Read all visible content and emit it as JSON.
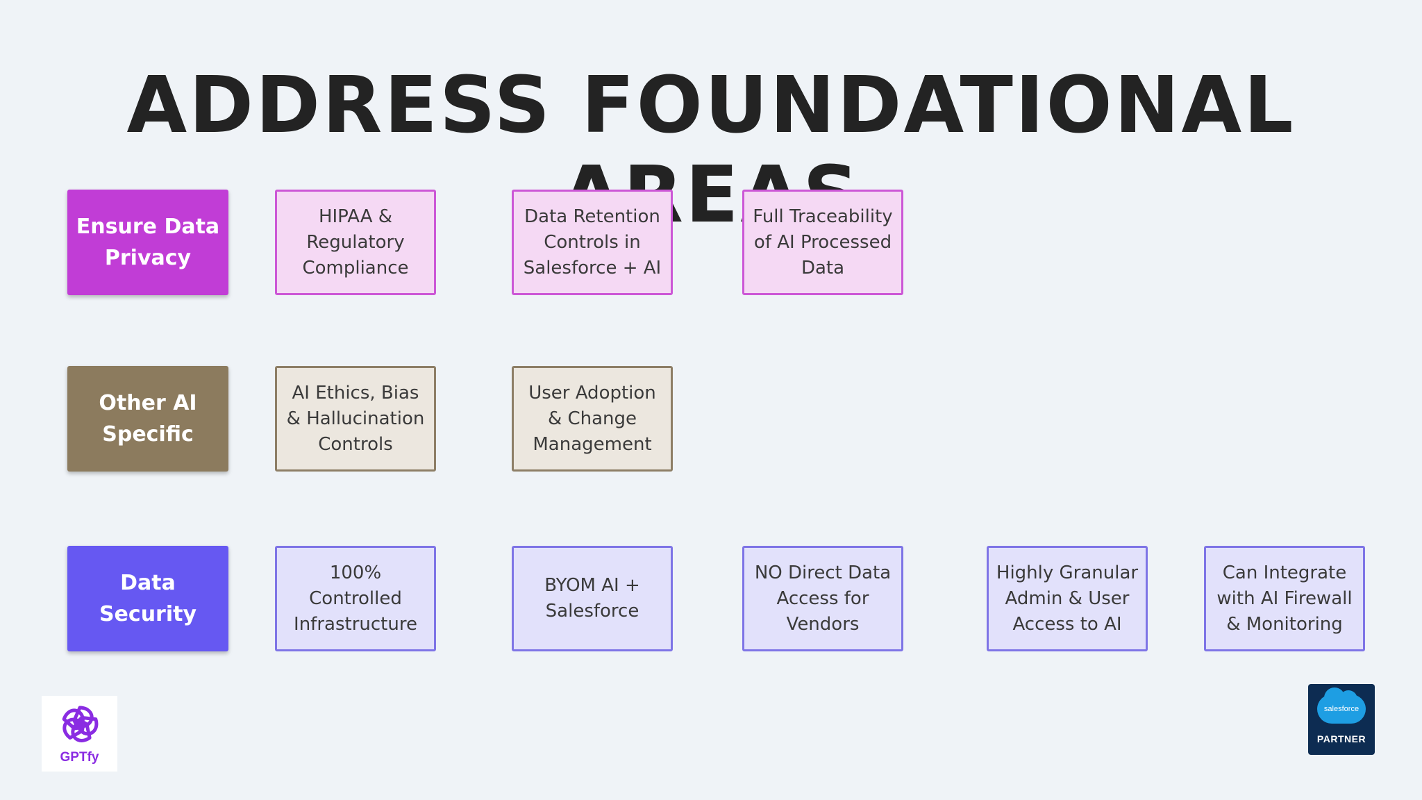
{
  "title": "ADDRESS FOUNDATIONAL AREAS",
  "rows": [
    {
      "category": "Ensure Data Privacy",
      "color": "#c13dd6",
      "items": [
        "HIPAA & Regulatory Compliance",
        "Data Retention Controls in Salesforce + AI",
        "Full Traceability of AI Processed Data"
      ]
    },
    {
      "category": "Other AI Specific",
      "color": "#8c7b5e",
      "items": [
        "AI Ethics, Bias & Hallucination Controls",
        "User Adoption & Change Management"
      ]
    },
    {
      "category": "Data Security",
      "color": "#6658f2",
      "items": [
        "100% Controlled Infrastructure",
        "BYOM AI + Salesforce",
        "NO Direct Data Access for Vendors",
        "Highly Granular Admin & User Access to AI",
        "Can Integrate with AI Firewall & Monitoring"
      ]
    }
  ],
  "logos": {
    "gptfy": {
      "name": "GPTfy",
      "icon": "gptfy-flower-icon",
      "color": "#8a2ce2"
    },
    "salesforce": {
      "cloud_text": "salesforce",
      "badge": "PARTNER",
      "icon": "salesforce-cloud-icon",
      "color": "#0d2c52"
    }
  }
}
